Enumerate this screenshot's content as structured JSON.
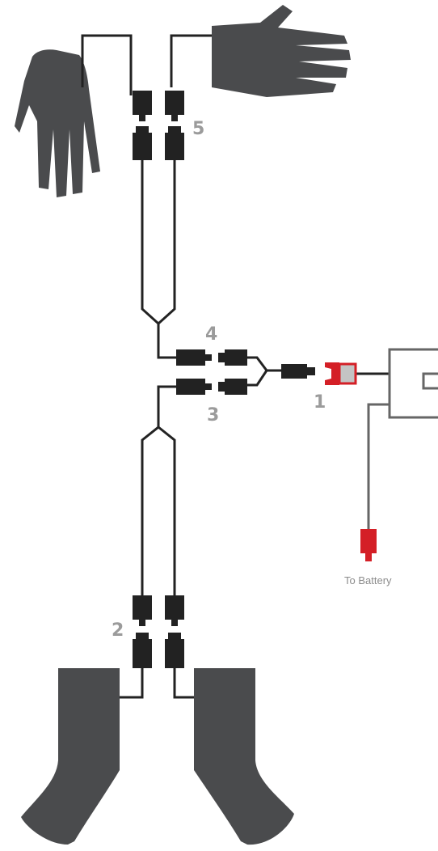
{
  "labels": {
    "connector_1": "1",
    "connector_2": "2",
    "connector_3": "3",
    "connector_4": "4",
    "connector_5": "5",
    "to_battery": "To Battery"
  },
  "icons": {
    "left_glove": "left-glove-icon",
    "right_glove": "right-glove-icon",
    "left_sock": "left-sock-icon",
    "right_sock": "right-sock-icon",
    "controller": "controller-box-icon",
    "battery_plug": "battery-plug-icon"
  },
  "colors": {
    "garment": "#4a4b4d",
    "wire": "#222222",
    "connector": "#222222",
    "battery_connector": "#d41f26",
    "label": "#9b9b9b"
  }
}
